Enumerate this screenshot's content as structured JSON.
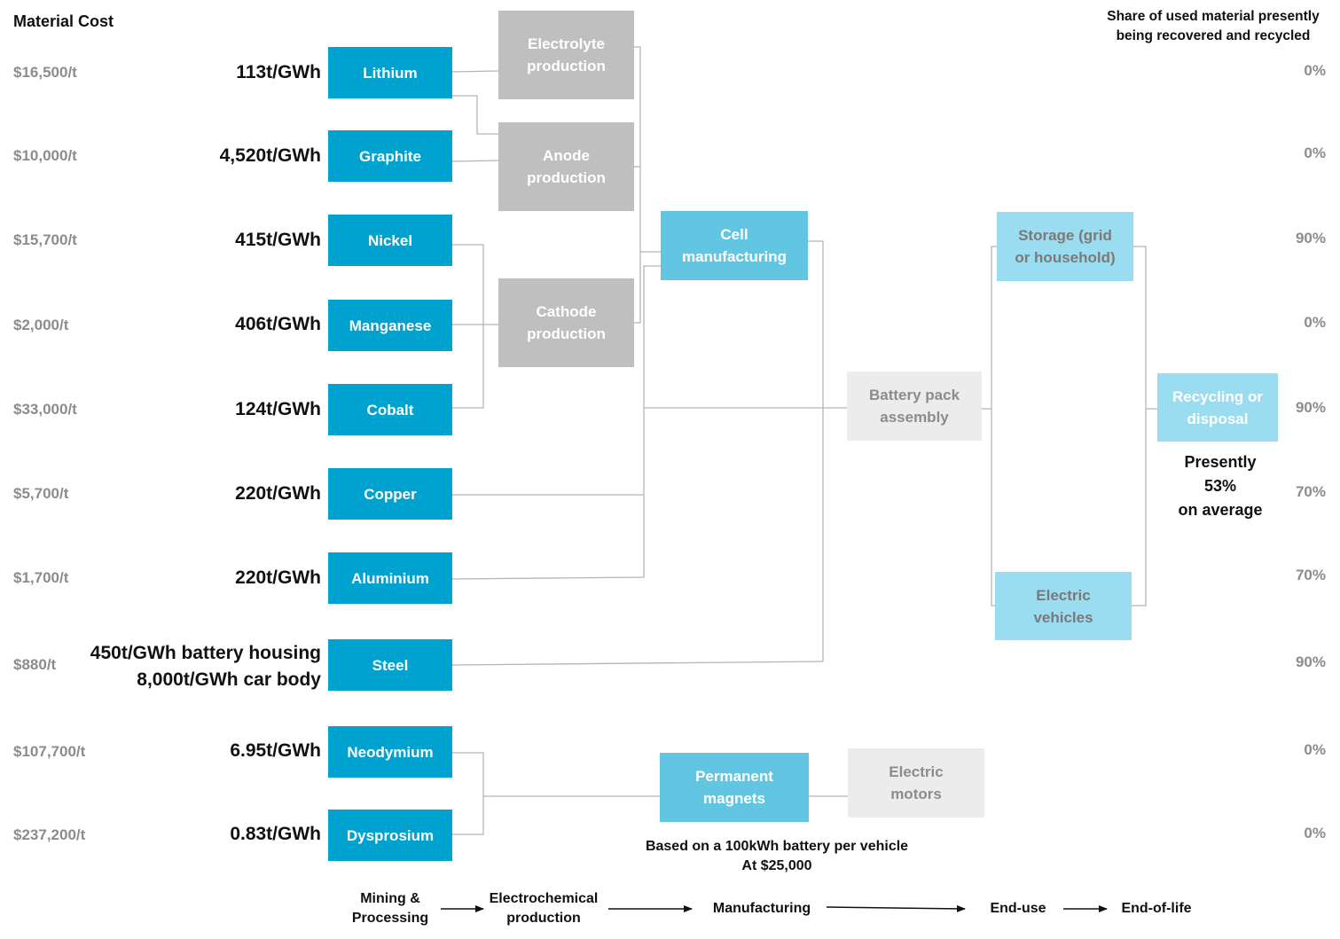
{
  "headers": {
    "material_cost": "Material Cost",
    "share_line1": "Share of used material presently",
    "share_line2": "being recovered and recycled"
  },
  "materials": [
    {
      "name": "Lithium",
      "cost": "$16,500/t",
      "intensity": "113t/GWh",
      "share": "0%"
    },
    {
      "name": "Graphite",
      "cost": "$10,000/t",
      "intensity": "4,520t/GWh",
      "share": "0%"
    },
    {
      "name": "Nickel",
      "cost": "$15,700/t",
      "intensity": "415t/GWh",
      "share": "90%"
    },
    {
      "name": "Manganese",
      "cost": "$2,000/t",
      "intensity": "406t/GWh",
      "share": "0%"
    },
    {
      "name": "Cobalt",
      "cost": "$33,000/t",
      "intensity": "124t/GWh",
      "share": "90%"
    },
    {
      "name": "Copper",
      "cost": "$5,700/t",
      "intensity": "220t/GWh",
      "share": "70%"
    },
    {
      "name": "Aluminium",
      "cost": "$1,700/t",
      "intensity": "220t/GWh",
      "share": "70%"
    },
    {
      "name": "Steel",
      "cost": "$880/t",
      "intensity_line1": "450t/GWh battery housing",
      "intensity_line2": "8,000t/GWh car body",
      "share": "90%"
    },
    {
      "name": "Neodymium",
      "cost": "$107,700/t",
      "intensity": "6.95t/GWh",
      "share": "0%"
    },
    {
      "name": "Dysprosium",
      "cost": "$237,200/t",
      "intensity": "0.83t/GWh",
      "share": "0%"
    }
  ],
  "processes": {
    "electrolyte": "Electrolyte\nproduction",
    "anode": "Anode\nproduction",
    "cathode": "Cathode\nproduction",
    "cell": "Cell\nmanufacturing",
    "battery_pack": "Battery pack\nassembly",
    "permanent_magnets": "Permanent\nmagnets",
    "electric_motors": "Electric\nmotors",
    "storage": "Storage (grid\nor household)",
    "electric_vehicles": "Electric\nvehicles",
    "recycling": "Recycling or\ndisposal"
  },
  "recycling_note": {
    "line1": "Presently",
    "line2": "53%",
    "line3": "on average"
  },
  "basis_note": {
    "line1": "Based on a 100kWh battery per vehicle",
    "line2": "At $25,000"
  },
  "stages": [
    {
      "label": "Mining &\nProcessing"
    },
    {
      "label": "Electrochemical\nproduction"
    },
    {
      "label": "Manufacturing"
    },
    {
      "label": "End-use"
    },
    {
      "label": "End-of-life"
    }
  ],
  "colors": {
    "material_box": "#00a3d0",
    "chem_box": "#bfbfbf",
    "mfg_box": "#62c6e2",
    "light_box": "#9adcf0",
    "grey_box": "#ececec",
    "line": "#b5b5b5"
  }
}
